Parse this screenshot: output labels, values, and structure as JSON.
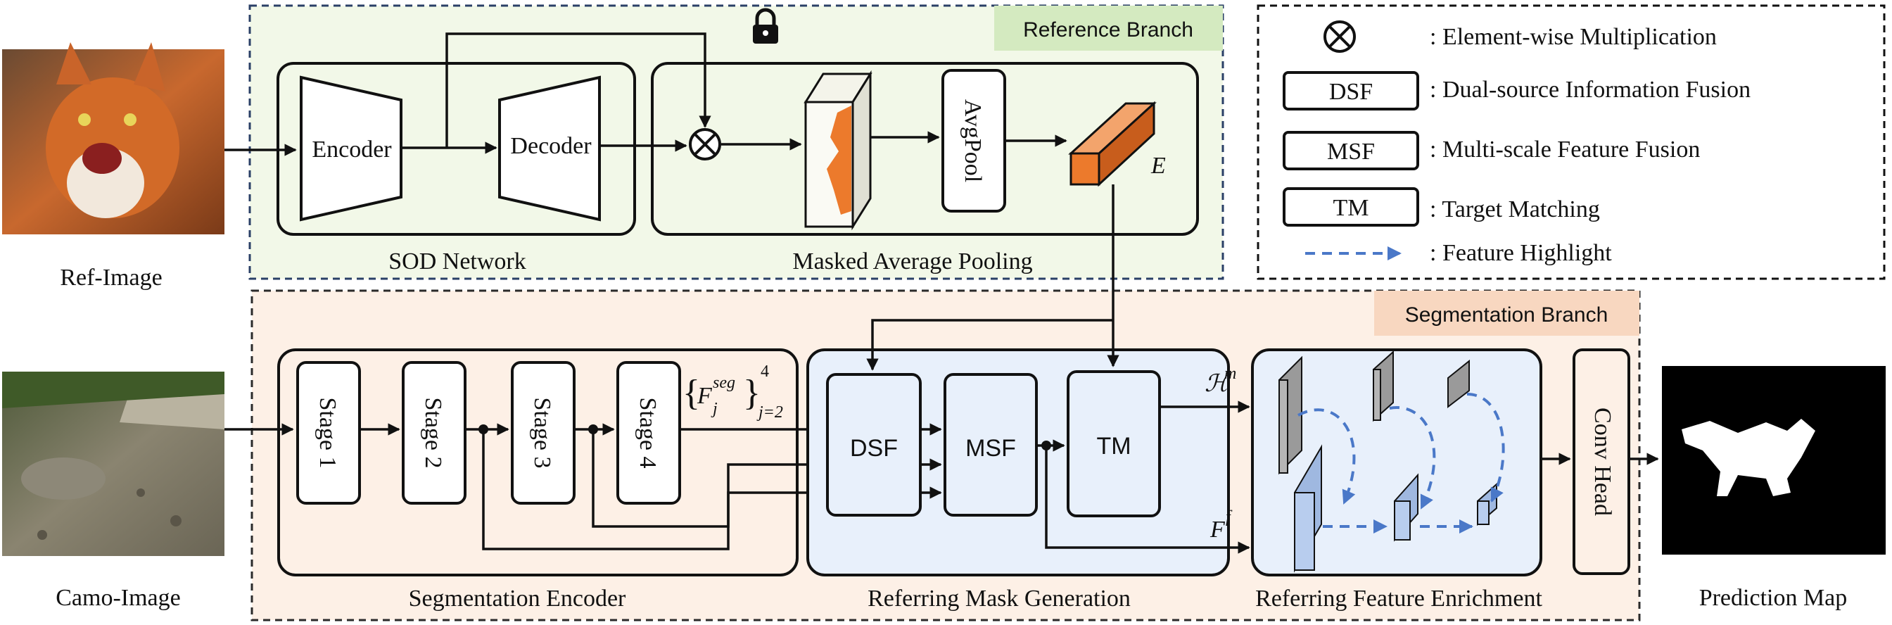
{
  "labels": {
    "ref_image": "Ref-Image",
    "camo_image": "Camo-Image",
    "prediction_map": "Prediction Map",
    "reference_branch": "Reference Branch",
    "segmentation_branch": "Segmentation Branch",
    "sod_network": "SOD Network",
    "masked_average_pooling": "Masked Average Pooling",
    "segmentation_encoder": "Segmentation Encoder",
    "referring_mask_generation": "Referring Mask Generation",
    "referring_feature_enrichment": "Referring Feature Enrichment"
  },
  "blocks": {
    "encoder": "Encoder",
    "decoder": "Decoder",
    "avgpool": "AvgPool",
    "e_symbol": "E",
    "stage1": "Stage 1",
    "stage2": "Stage 2",
    "stage3": "Stage 3",
    "stage4": "Stage 4",
    "dsf": "DSF",
    "msf": "MSF",
    "tm": "TM",
    "conv_head": "Conv Head",
    "fseg_base": "F",
    "fseg_sup": "seg",
    "fseg_sub": "j",
    "fseg_range_sup": "4",
    "fseg_range_sub": "j=2",
    "h_m_base": "ℋ",
    "h_m_sup": "m",
    "f_f_base": "F",
    "f_f_sup": "f"
  },
  "legend": {
    "mult_desc": ": Element-wise Multiplication",
    "dsf_key": "DSF",
    "dsf_desc": ": Dual-source Information Fusion",
    "msf_key": "MSF",
    "msf_desc": ": Multi-scale Feature Fusion",
    "tm_key": "TM",
    "tm_desc": ": Target Matching",
    "highlight_desc": ": Feature Highlight"
  },
  "colors": {
    "ref_branch_bg": "#f2f8e8",
    "ref_branch_tag": "#d4eac0",
    "seg_branch_bg": "#fdf0e6",
    "seg_branch_tag": "#f8d7c0",
    "module_bg": "#e8f0fb",
    "orange": "#ec7a2c",
    "blue": "#4a78c8"
  },
  "icons": [
    "lock-icon",
    "multiply-icon"
  ]
}
